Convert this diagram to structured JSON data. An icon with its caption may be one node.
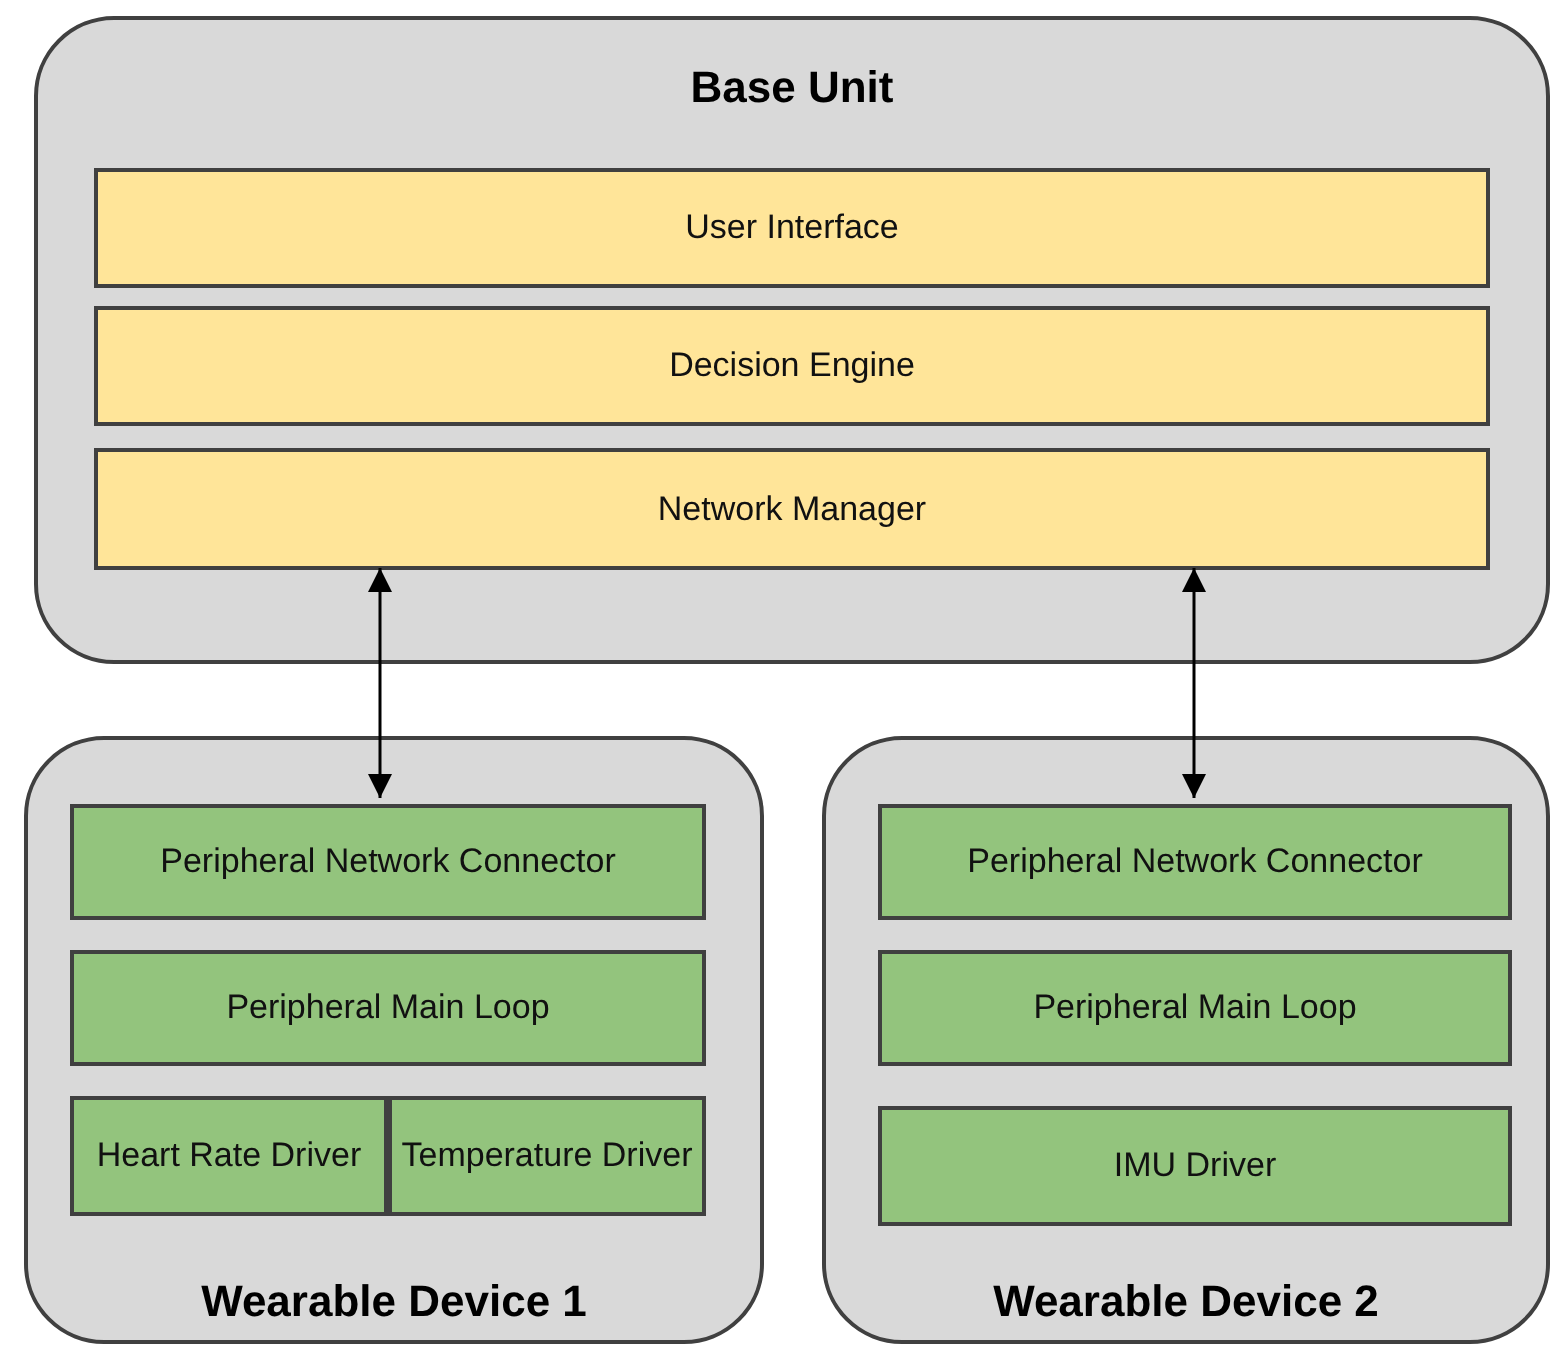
{
  "diagram": {
    "nodes": [
      {
        "text": [
          "Base Unit"
        ]
      },
      {
        "text": [
          "User Interface"
        ],
        "in": 0
      },
      {
        "text": [
          "Decision Engine"
        ],
        "in": 0
      },
      {
        "text": [
          "Network Manager"
        ],
        "in": 0
      },
      {
        "text": [
          "Wearable Device 1"
        ]
      },
      {
        "text": [
          "Peripheral Network Connector"
        ],
        "in": 4
      },
      {
        "text": [
          "Peripheral Main Loop"
        ],
        "in": 4
      },
      {
        "text": [
          "Heart Rate Driver"
        ],
        "in": 4
      },
      {
        "text": [
          "Temperature Driver"
        ],
        "in": 4
      },
      {
        "text": [
          "Wearable Device 2"
        ]
      },
      {
        "text": [
          "Peripheral Network Connector"
        ],
        "in": 9
      },
      {
        "text": [
          "Peripheral Main Loop"
        ],
        "in": 9
      },
      {
        "text": [
          "IMU Driver"
        ],
        "in": 9
      }
    ],
    "edges": [
      {
        "from": 3,
        "to": 5,
        "arrow": "both"
      },
      {
        "from": 3,
        "to": 10,
        "arrow": "both"
      }
    ]
  }
}
